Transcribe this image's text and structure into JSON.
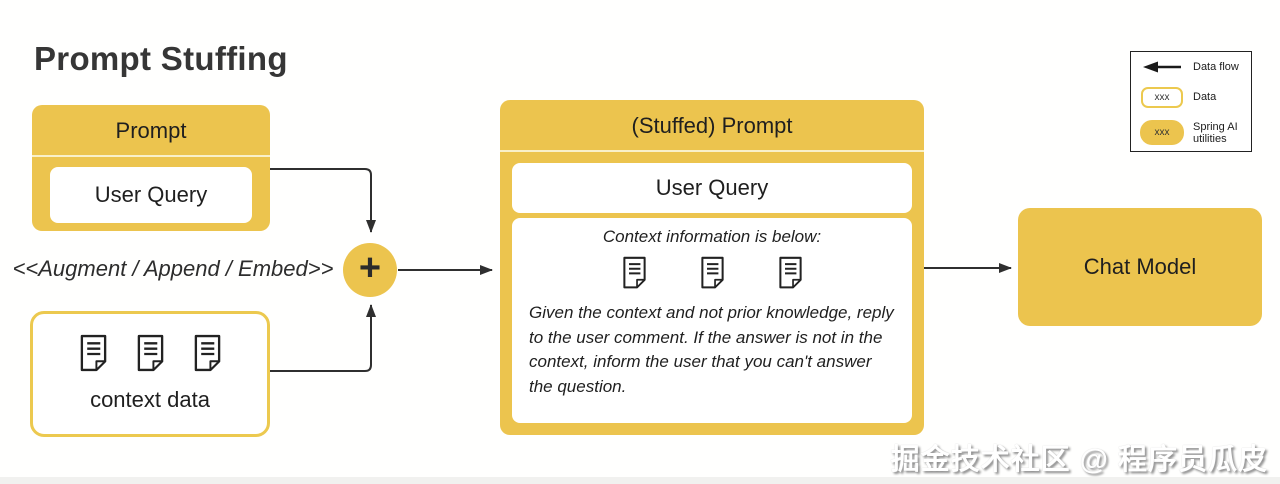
{
  "title": "Prompt Stuffing",
  "colors": {
    "yellow": "#ECC44E",
    "yellow_border": "#ECC94F",
    "arrow": "#2F2F2F",
    "header_divider": "#F9F0C9"
  },
  "prompt_box": {
    "header": "Prompt",
    "user_query": "User Query"
  },
  "augment_label": "<<Augment / Append / Embed>>",
  "context_data_box": {
    "label": "context data",
    "document_count": 3
  },
  "combine_node": {
    "symbol": "+"
  },
  "stuffed_prompt_box": {
    "header": "(Stuffed) Prompt",
    "user_query": "User Query",
    "context_heading": "Context information is below:",
    "document_count": 3,
    "instruction": "Given the context and not prior knowledge, reply to the user comment. If the answer is not in the context, inform the user that you can't answer the question."
  },
  "chat_model_box": {
    "label": "Chat Model"
  },
  "legend": {
    "items": [
      {
        "label": "Data flow",
        "icon": "arrow-left-icon"
      },
      {
        "label": "Data",
        "sample": "xxx"
      },
      {
        "label": "Spring AI utilities",
        "sample": "xxx"
      }
    ]
  },
  "watermark": "掘金技术社区 @ 程序员瓜皮"
}
